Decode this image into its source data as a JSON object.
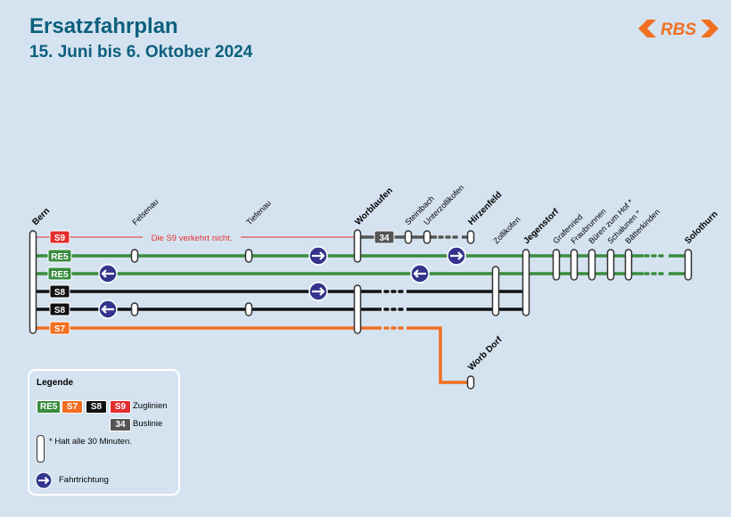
{
  "header": {
    "title": "Ersatzfahrplan",
    "subtitle": "15. Juni bis 6. Oktober 2024",
    "logo_text": "RBS"
  },
  "colors": {
    "background": "#d5e3f0",
    "title": "#0c5f7d",
    "logo": "#f26f21",
    "RE5": "#3a8c3f",
    "S7": "#f26f21",
    "S8": "#111111",
    "S9": "#e52e2e",
    "bus": "#555555",
    "direction": "#33358c"
  },
  "stations": [
    {
      "id": "bern",
      "name": "Bern",
      "bold": true
    },
    {
      "id": "felsenau",
      "name": "Felsenau",
      "bold": false
    },
    {
      "id": "tiefenau",
      "name": "Tiefenau",
      "bold": false
    },
    {
      "id": "worblaufen",
      "name": "Worblaufen",
      "bold": true
    },
    {
      "id": "steinibach",
      "name": "Steinibach",
      "bold": false
    },
    {
      "id": "unterzollikofen",
      "name": "Unterzollikofen",
      "bold": false
    },
    {
      "id": "hirzenfeld",
      "name": "Hirzenfeld",
      "bold": true
    },
    {
      "id": "zollikofen",
      "name": "Zollikofen",
      "bold": false
    },
    {
      "id": "jegenstorf",
      "name": "Jegenstorf",
      "bold": true
    },
    {
      "id": "grafenried",
      "name": "Grafenried",
      "bold": false
    },
    {
      "id": "fraubrunnen",
      "name": "Fraubrunnen",
      "bold": false
    },
    {
      "id": "bueren",
      "name": "Büren zum Hof *",
      "bold": false
    },
    {
      "id": "schalunen",
      "name": "Schalunen *",
      "bold": false
    },
    {
      "id": "baetterkinden",
      "name": "Bätterkinden",
      "bold": false
    },
    {
      "id": "solothurn",
      "name": "Solothurn",
      "bold": true
    },
    {
      "id": "worbdorf",
      "name": "Worb Dorf",
      "bold": true
    }
  ],
  "lines": [
    {
      "id": "S9",
      "label": "S9",
      "color": "#e52e2e",
      "note": "Die S9 verkehrt nicht."
    },
    {
      "id": "RE5a",
      "label": "RE5",
      "color": "#3a8c3f",
      "direction": "right"
    },
    {
      "id": "RE5b",
      "label": "RE5",
      "color": "#3a8c3f",
      "direction": "left"
    },
    {
      "id": "S8a",
      "label": "S8",
      "color": "#111111",
      "direction": "right"
    },
    {
      "id": "S8b",
      "label": "S8",
      "color": "#111111",
      "direction": "left"
    },
    {
      "id": "S7",
      "label": "S7",
      "color": "#f26f21"
    }
  ],
  "bus": {
    "label": "34",
    "color": "#555555"
  },
  "legend": {
    "title": "Legende",
    "badges": [
      {
        "label": "RE5",
        "color": "#3a8c3f"
      },
      {
        "label": "S7",
        "color": "#f26f21"
      },
      {
        "label": "S8",
        "color": "#111111"
      },
      {
        "label": "S9",
        "color": "#e52e2e"
      }
    ],
    "train_lines": "Zuglinien",
    "bus_badge": "34",
    "bus_line": "Buslinie",
    "half_hour": "*  Halt alle 30 Minuten.",
    "direction": "Fahrtrichtung"
  }
}
